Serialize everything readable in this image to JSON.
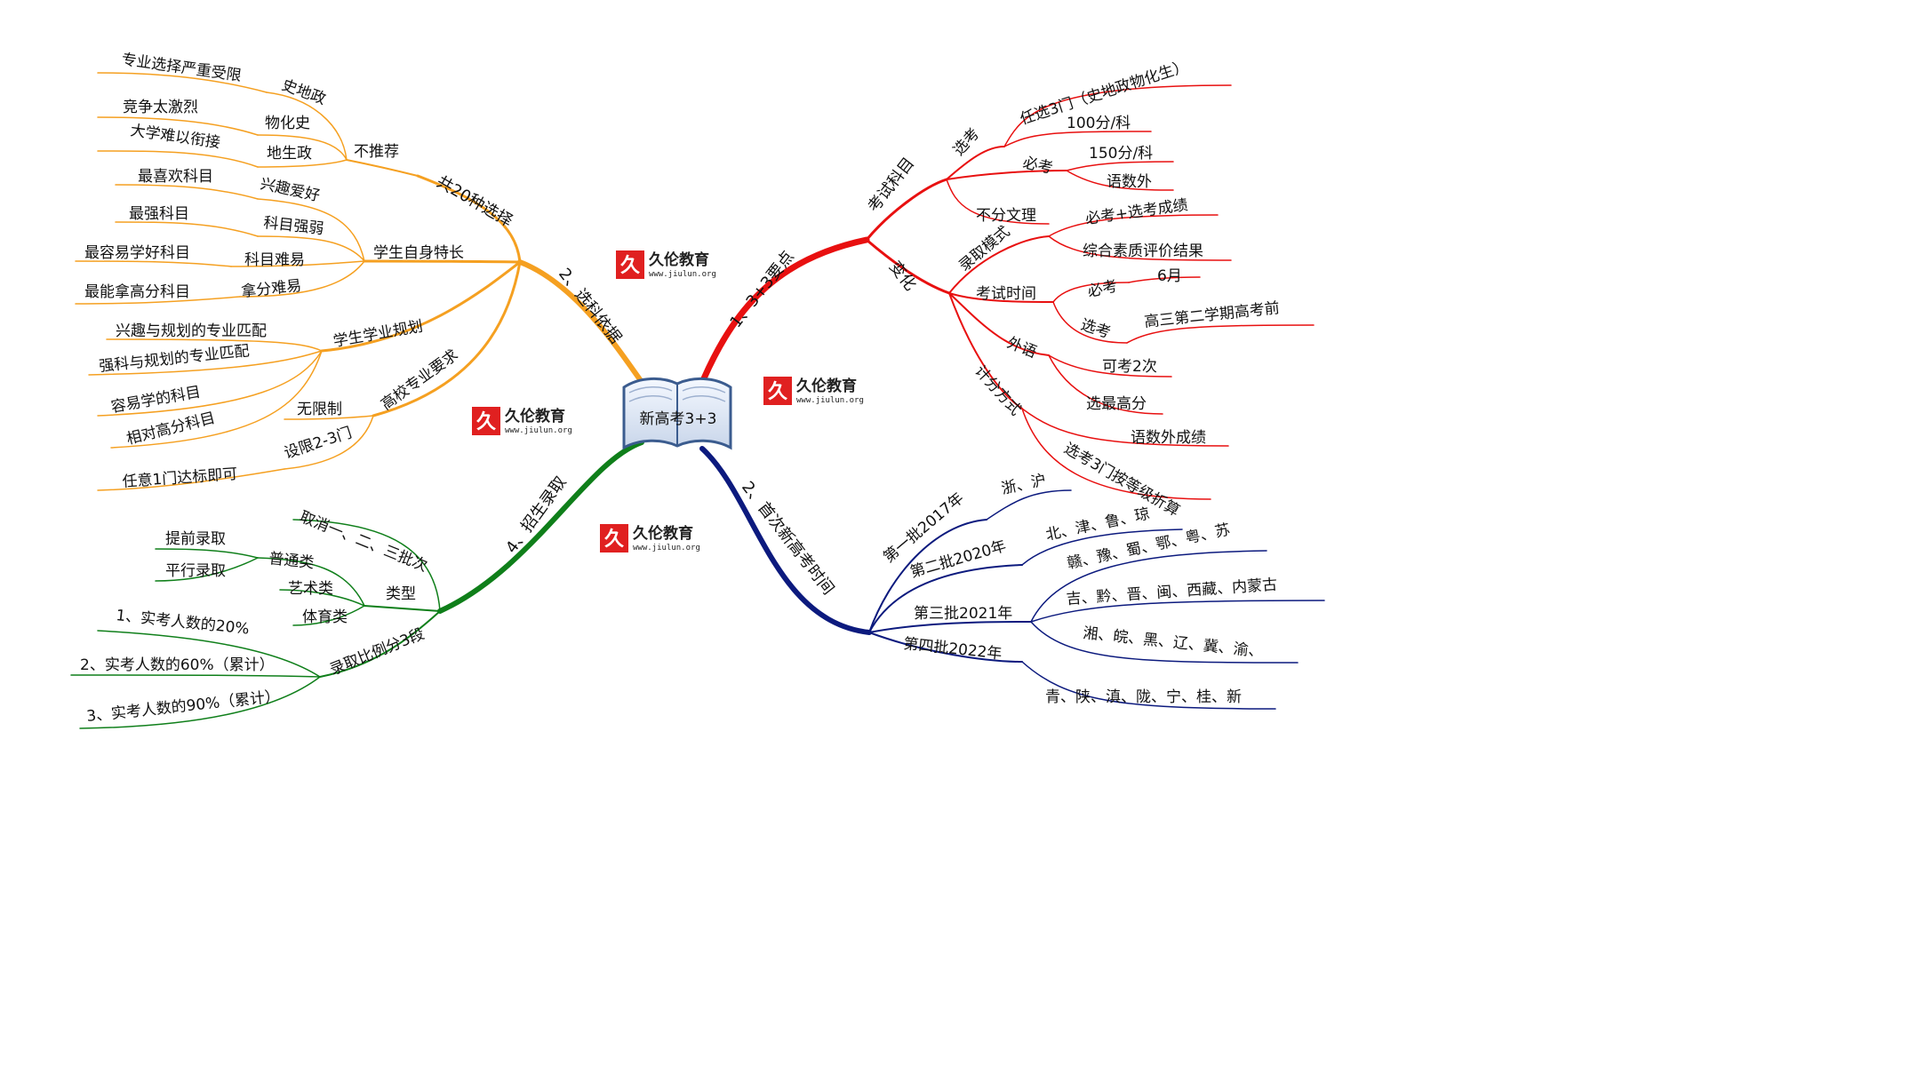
{
  "center": {
    "label": "新高考3+3"
  },
  "logo": {
    "text": "久伦教育",
    "url": "www.jiulun.org",
    "glyph": "久",
    "color": "#e02020"
  },
  "colors": {
    "red": "#e81010",
    "orange": "#f5a021",
    "green": "#0f7f1a",
    "navy": "#0c1a7e"
  },
  "branches": {
    "b1": {
      "label": "1、3+3要点",
      "exam_subjects": {
        "label": "考试科目",
        "elective": {
          "label": "选考",
          "items": [
            "任选3门（史地政物化生）",
            "100分/科"
          ]
        },
        "required": {
          "label": "必考",
          "items": [
            "150分/科",
            "语数外"
          ]
        },
        "no_split": "不分文理"
      },
      "changes": {
        "label": "变化",
        "admission_mode": {
          "label": "录取模式",
          "items": [
            "必考+选考成绩",
            "综合素质评价结果"
          ]
        },
        "exam_time": {
          "label": "考试时间",
          "required": {
            "label": "必考",
            "value": "6月"
          },
          "elective": {
            "label": "选考",
            "value": "高三第二学期高考前"
          }
        },
        "foreign": {
          "label": "外语",
          "items": [
            "可考2次",
            "选最高分"
          ]
        },
        "scoring": {
          "label": "计分方式",
          "items": [
            "语数外成绩",
            "选考3门按等级折算"
          ]
        }
      }
    },
    "b2": {
      "label": "2、选科依据",
      "total": {
        "label": "共20种选择",
        "not_recommended": {
          "label": "不推荐",
          "combos": [
            {
              "label": "史地政",
              "note": "专业选择严重受限"
            },
            {
              "label": "物化史",
              "note": "竞争太激烈"
            },
            {
              "label": "地生政",
              "note": "大学难以衔接"
            }
          ]
        }
      },
      "strengths": {
        "label": "学生自身特长",
        "items": [
          {
            "label": "兴趣爱好",
            "note": "最喜欢科目"
          },
          {
            "label": "科目强弱",
            "note": "最强科目"
          },
          {
            "label": "科目难易",
            "note": "最容易学好科目"
          },
          {
            "label": "拿分难易",
            "note": "最能拿高分科目"
          }
        ]
      },
      "planning": {
        "label": "学生学业规划",
        "items": [
          "兴趣与规划的专业匹配",
          "强科与规划的专业匹配",
          "容易学的科目",
          "相对高分科目"
        ]
      },
      "university": {
        "label": "高校专业要求",
        "items": [
          {
            "label": "无限制",
            "note": ""
          },
          {
            "label": "设限2-3门",
            "note": "任意1门达标即可"
          }
        ]
      }
    },
    "b3": {
      "label": "2、首次新高考时间",
      "batches": [
        {
          "label": "第一批2017年",
          "regions": [
            "浙、沪"
          ]
        },
        {
          "label": "第二批2020年",
          "regions": [
            "北、津、鲁、琼"
          ]
        },
        {
          "label": "第三批2021年",
          "regions": [
            "赣、豫、蜀、鄂、粤、苏",
            "吉、黔、晋、闽、西藏、内蒙古"
          ]
        },
        {
          "label": "第四批2022年",
          "regions": [
            "湘、皖、黑、辽、冀、渝、",
            "青、陕、滇、陇、宁、桂、新"
          ]
        }
      ]
    },
    "b4": {
      "label": "4、招生录取",
      "cancel": "取消一、二、三批次",
      "types": {
        "label": "类型",
        "general": {
          "label": "普通类",
          "items": [
            "提前录取",
            "平行录取"
          ]
        },
        "art": "艺术类",
        "sports": "体育类"
      },
      "ratio": {
        "label": "录取比例分3段",
        "items": [
          "1、实考人数的20%",
          "2、实考人数的60%（累计）",
          "3、实考人数的90%（累计）"
        ]
      }
    }
  }
}
